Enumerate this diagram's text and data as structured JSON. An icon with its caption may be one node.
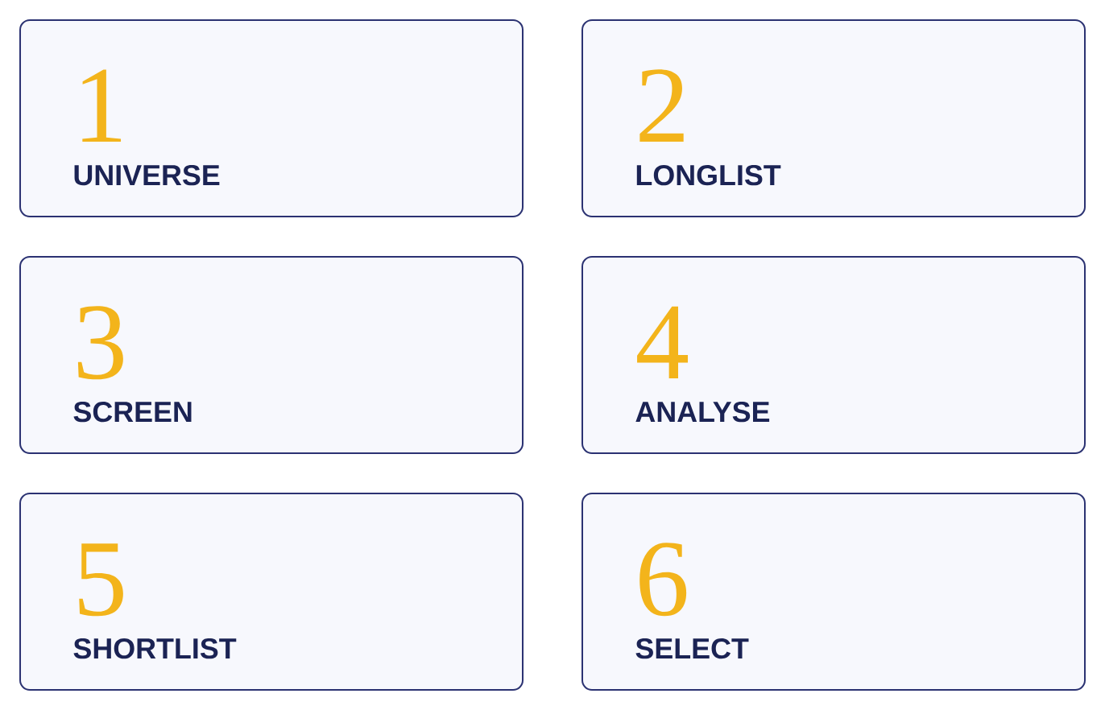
{
  "diagram": {
    "nodes": [
      {
        "text": [
          "1",
          "UNIVERSE"
        ]
      },
      {
        "text": [
          "2",
          "LONGLIST"
        ]
      },
      {
        "text": [
          "3",
          "SCREEN"
        ]
      },
      {
        "text": [
          "4",
          "ANALYSE"
        ]
      },
      {
        "text": [
          "5",
          "SHORTLIST"
        ]
      },
      {
        "text": [
          "6",
          "SELECT"
        ]
      }
    ]
  }
}
